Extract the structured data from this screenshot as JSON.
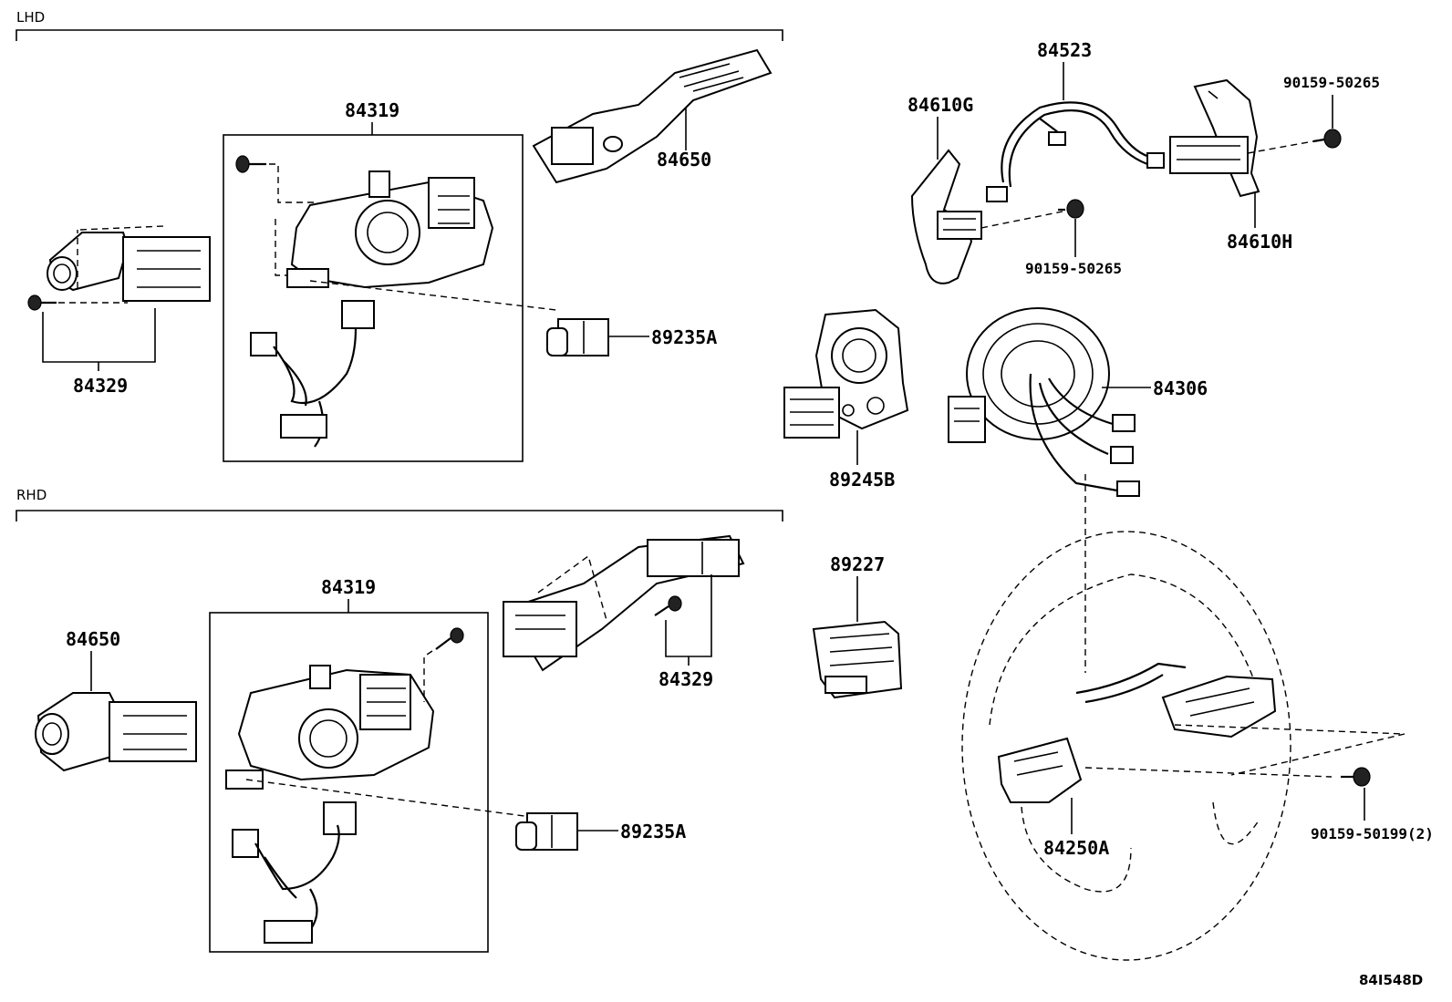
{
  "sections": {
    "lhd": "LHD",
    "rhd": "RHD"
  },
  "lhd_labels": {
    "p84319": "84319",
    "p84650": "84650",
    "p84329": "84329",
    "p89235A": "89235A"
  },
  "rhd_labels": {
    "p84319": "84319",
    "p84650": "84650",
    "p84329": "84329",
    "p89235A": "89235A"
  },
  "right_labels": {
    "p84523": "84523",
    "p84610G": "84610G",
    "p84610H": "84610H",
    "p90159_50265_a": "90159-50265",
    "p90159_50265_b": "90159-50265",
    "p89245B": "89245B",
    "p84306": "84306",
    "p89227": "89227",
    "p84250A": "84250A",
    "p90159_50199": "90159-50199(2)"
  },
  "diagram_ref": "84I548D"
}
